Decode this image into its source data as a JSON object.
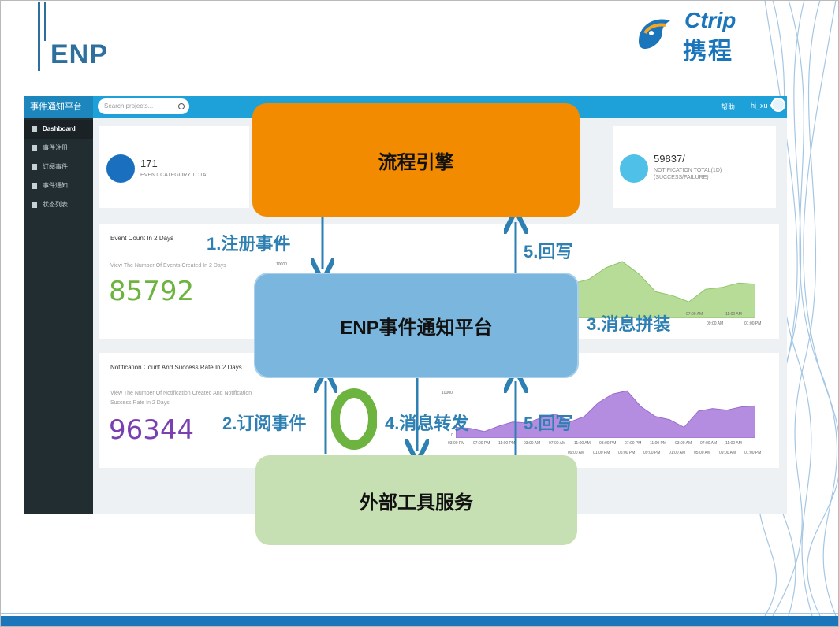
{
  "slide": {
    "title": "ENP",
    "logo": {
      "latin": "Ctrip",
      "cjk": "携程"
    }
  },
  "screenshot": {
    "brand": "事件通知平台",
    "search_placeholder": "Search projects...",
    "help": "帮助",
    "user": "hj_xu ▾",
    "sidebar": [
      "Dashboard",
      "事件注册",
      "订阅事件",
      "事件通知",
      "状态列表"
    ],
    "stats": [
      {
        "value": "171",
        "label": "EVENT CATEGORY TOTAL",
        "color": "#1b6fbf"
      },
      {
        "value": "59837/",
        "label": "NOTIFICATION TOTAL(1D)\n(SUCCESS/FAILURE)",
        "color": "#4fc0e8"
      }
    ],
    "event_card": {
      "title": "Event Count In 2 Days",
      "subtitle": "View The Number Of Events Created In 2 Days",
      "total": "85792",
      "color": "#6db33f",
      "ymax_label": "10000",
      "ticks_top": [
        "07:00 AM",
        "11:00 AM"
      ],
      "ticks_bottom": [
        "09:00 AM",
        "01:00 PM"
      ]
    },
    "notification_card": {
      "title": "Notification Count And Success Rate In 2 Days",
      "subtitle": "View The Number Of Notification Created And Notification Success Rate In 2 Days",
      "total": "96344",
      "color": "#7a3fb0",
      "ymax_label": "10000",
      "ymin_label": "0",
      "ticks_top": [
        "03:00 PM",
        "07:00 PM",
        "11:00 PM",
        "03:00 AM",
        "07:00 AM",
        "11:00 AM",
        "03:00 PM",
        "07:00 PM",
        "11:00 PM",
        "03:00 AM",
        "07:00 AM",
        "11:00 AM"
      ],
      "ticks_bottom": [
        "09:00 AM",
        "01:00 PM",
        "05:00 PM",
        "09:00 PM",
        "01:00 AM",
        "05:00 AM",
        "09:00 AM",
        "01:00 PM"
      ]
    },
    "event_area": [
      55,
      62,
      80,
      90,
      70,
      42,
      36,
      26,
      46,
      49,
      56,
      54
    ],
    "notification_area": [
      20,
      18,
      12,
      22,
      30,
      28,
      38,
      45,
      30,
      40,
      66,
      82,
      88,
      58,
      40,
      34,
      20,
      50,
      55,
      52,
      58,
      60
    ]
  },
  "diagram": {
    "boxes": {
      "engine": "流程引擎",
      "enp": "ENP事件通知平台",
      "tools": "外部工具服务"
    },
    "labels": {
      "register": "1.注册事件",
      "writeback_top": "5.回写",
      "assemble": "3.消息拼装",
      "subscribe": "2.订阅事件",
      "forward": "4.消息转发",
      "writeback_bottom": "5.回写"
    },
    "colors": {
      "engine": "#f28b00",
      "enp": "#7bb6de",
      "tools": "#c6e0b4",
      "arrow": "#2e80b3"
    }
  }
}
